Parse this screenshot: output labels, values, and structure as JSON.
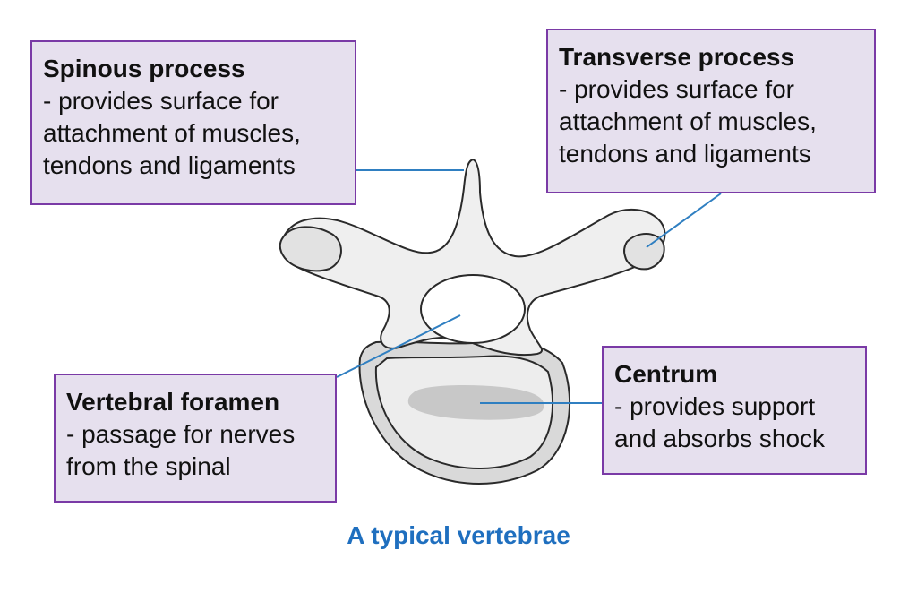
{
  "labels": {
    "spinous": {
      "title": "Spinous process",
      "lines": [
        "- provides surface for",
        "attachment of muscles,",
        "tendons and ligaments"
      ]
    },
    "transverse": {
      "title": "Transverse process",
      "lines": [
        "- provides surface for",
        "attachment of muscles,",
        "tendons and ligaments"
      ]
    },
    "foramen": {
      "title": "Vertebral foramen",
      "lines": [
        "- passage for nerves",
        "from the spinal"
      ]
    },
    "centrum": {
      "title": "Centrum",
      "lines": [
        "- provides support",
        "and absorbs shock"
      ]
    }
  },
  "caption": "A typical vertebrae",
  "colors": {
    "box_fill": "#e6e0ee",
    "box_border": "#7a3aa6",
    "leader_line": "#2f7fc1",
    "caption": "#1f6fbf",
    "centrum_highlight": "#c8c8c8"
  }
}
